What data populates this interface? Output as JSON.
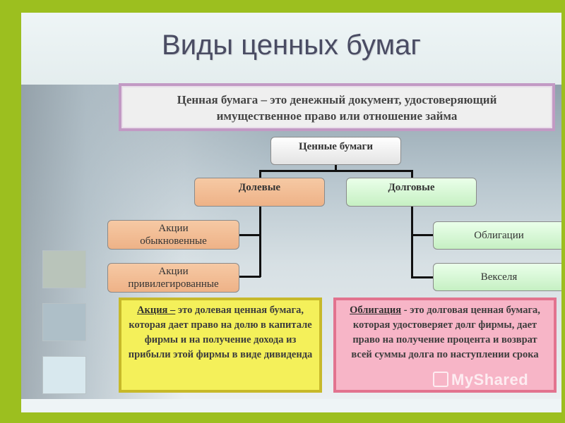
{
  "title": "Виды ценных бумаг",
  "definition": {
    "line1": "Ценная бумага – это денежный документ, удостоверяющий",
    "line2": "имущественное право или отношение займа"
  },
  "tree": {
    "root": "Ценные бумаги",
    "equity": "Долевые",
    "debt": "Долговые",
    "equity_children": [
      {
        "line1": "Акции",
        "line2": "обыкновенные"
      },
      {
        "line1": "Акции",
        "line2": "привилегированные"
      }
    ],
    "debt_children": [
      "Облигации",
      "Векселя"
    ]
  },
  "share_def": {
    "term": "Акция –",
    "text": " это долевая ценная бумага, которая дает право на долю в капитале фирмы и на получение дохода из прибыли этой фирмы в виде дивиденда"
  },
  "bond_def": {
    "term": "Облигация",
    "text": " - это долговая ценная бумага, которая удостоверяет долг фирмы,   дает право на получение процента  и возврат всей  суммы долга  по наступлении срока"
  },
  "watermark": "MyShared",
  "colors": {
    "frame": "#9cbf1f",
    "equity": "#eeb287",
    "debt": "#c6f0c3",
    "share_box": "#f4f05a",
    "bond_box": "#f7b5c7"
  }
}
